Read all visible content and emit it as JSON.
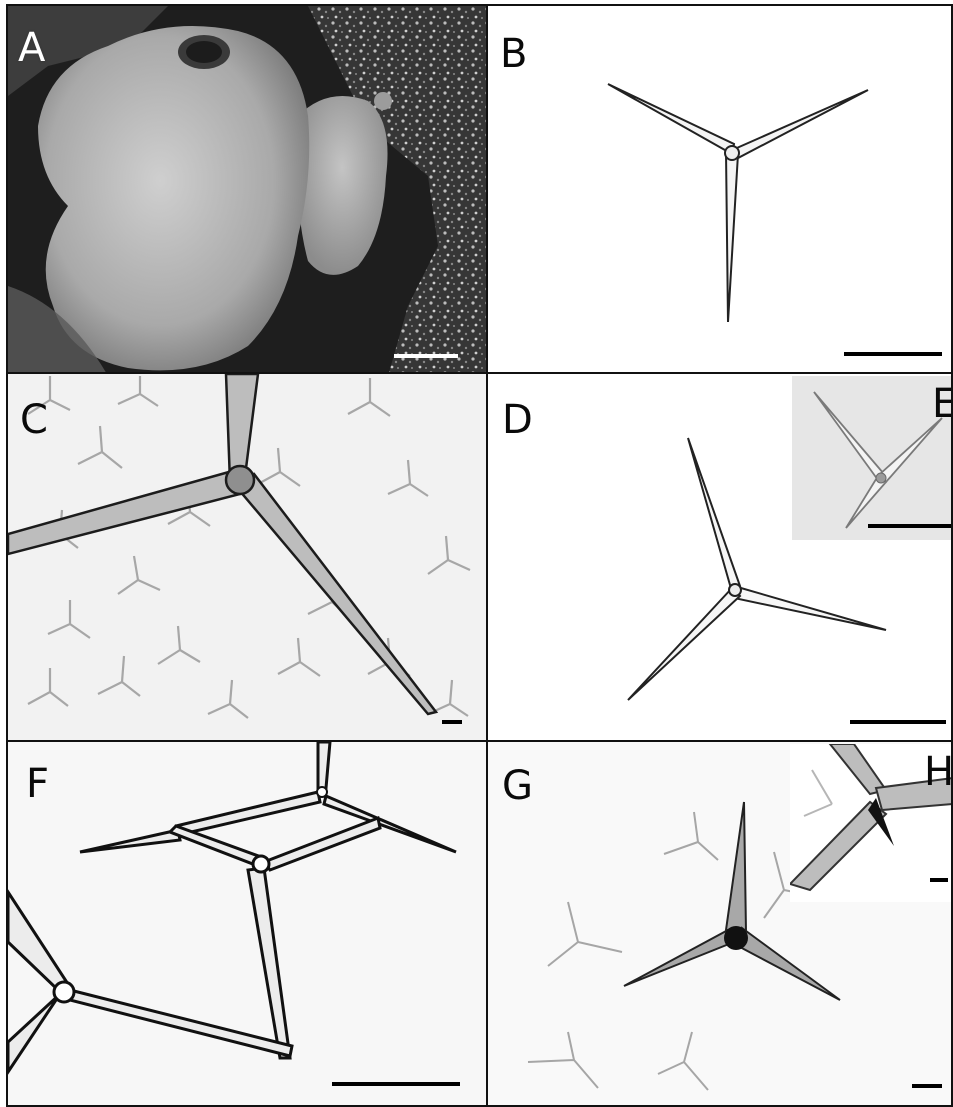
{
  "panels": {
    "A": {
      "label": "A",
      "content": "sponge-photo"
    },
    "B": {
      "label": "B",
      "content": "triactine-spicule"
    },
    "C": {
      "label": "C",
      "content": "spicule-cluster-micrograph"
    },
    "D": {
      "label": "D",
      "content": "triactine-spicule"
    },
    "E": {
      "label": "E",
      "content": "triactine-spicule-inset"
    },
    "F": {
      "label": "F",
      "content": "spicule-micrograph"
    },
    "G": {
      "label": "G",
      "content": "spicule-cluster-micrograph"
    },
    "H": {
      "label": "H",
      "content": "spicule-tip-inset"
    }
  },
  "colors": {
    "border": "#111111",
    "background": "#ffffff",
    "photo_dark": "#1e1e1e",
    "sponge": "#b9b9b9",
    "spicule_outline": "#222222",
    "spicule_light": "#9a9a9a",
    "inset_bg": "#e6e6e6"
  }
}
